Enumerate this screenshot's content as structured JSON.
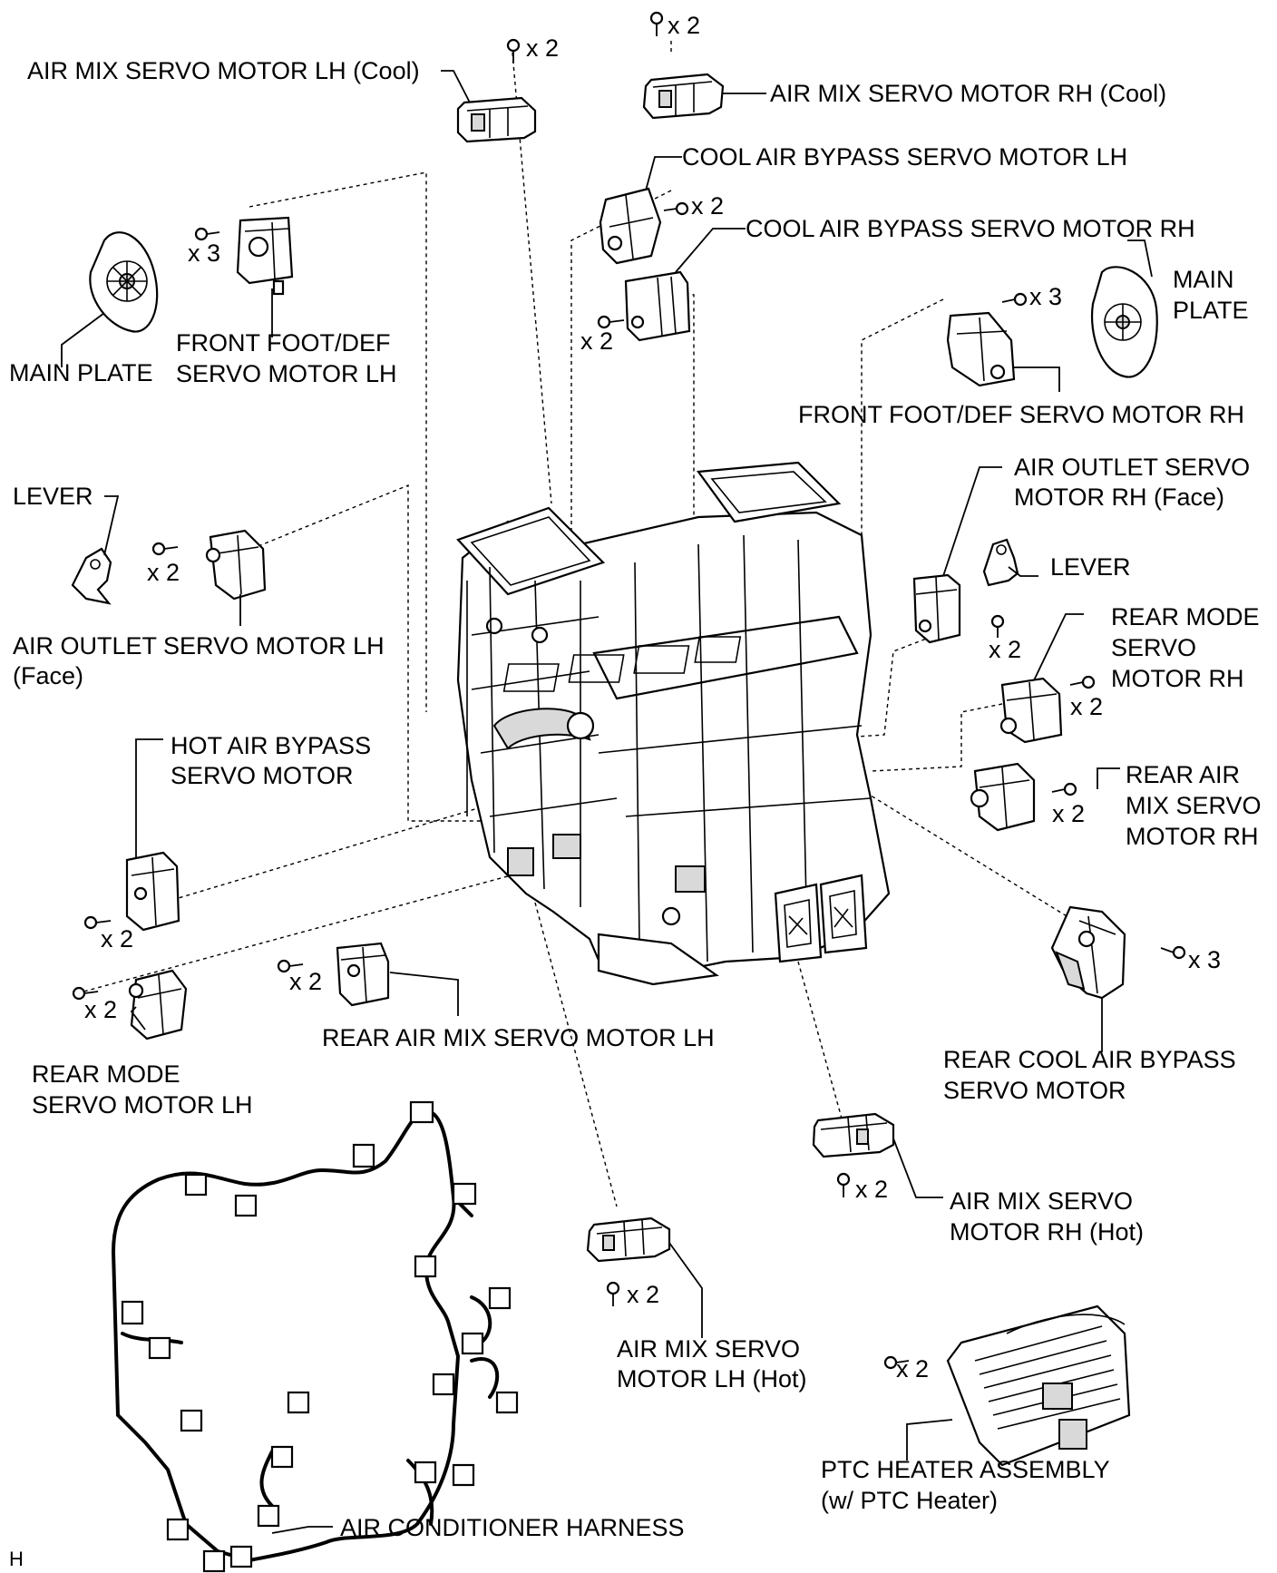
{
  "labels": {
    "am_lh_cool": "AIR MIX SERVO MOTOR LH (Cool)",
    "am_rh_cool": "AIR MIX SERVO MOTOR RH (Cool)",
    "cab_lh": "COOL AIR BYPASS SERVO MOTOR LH",
    "cab_rh": "COOL AIR BYPASS SERVO MOTOR RH",
    "main_plate_lh": "MAIN PLATE",
    "main_plate_rh_1": "MAIN",
    "main_plate_rh_2": "PLATE",
    "ffd_lh_1": "FRONT FOOT/DEF",
    "ffd_lh_2": "SERVO MOTOR LH",
    "ffd_rh": "FRONT FOOT/DEF SERVO MOTOR RH",
    "lever_lh": "LEVER",
    "lever_rh": "LEVER",
    "ao_lh_1": "AIR OUTLET SERVO MOTOR LH",
    "ao_lh_2": "(Face)",
    "ao_rh_1": "AIR OUTLET SERVO",
    "ao_rh_2": "MOTOR RH (Face)",
    "rm_rh_1": "REAR MODE",
    "rm_rh_2": "SERVO",
    "rm_rh_3": "MOTOR RH",
    "hab_1": "HOT AIR BYPASS",
    "hab_2": "SERVO MOTOR",
    "ram_rh_1": "REAR AIR",
    "ram_rh_2": "MIX SERVO",
    "ram_rh_3": "MOTOR RH",
    "ram_lh": "REAR AIR MIX SERVO MOTOR LH",
    "rm_lh_1": "REAR MODE",
    "rm_lh_2": "SERVO MOTOR LH",
    "rcab_1": "REAR COOL AIR BYPASS",
    "rcab_2": "SERVO MOTOR",
    "am_rh_hot_1": "AIR MIX SERVO",
    "am_rh_hot_2": "MOTOR RH (Hot)",
    "am_lh_hot_1": "AIR MIX SERVO",
    "am_lh_hot_2": "MOTOR LH (Hot)",
    "ptc_1": "PTC HEATER ASSEMBLY",
    "ptc_2": "(w/ PTC Heater)",
    "harness": "AIR CONDITIONER HARNESS",
    "corner": "H"
  },
  "quantities": {
    "x2": "x 2",
    "x3": "x 3"
  }
}
